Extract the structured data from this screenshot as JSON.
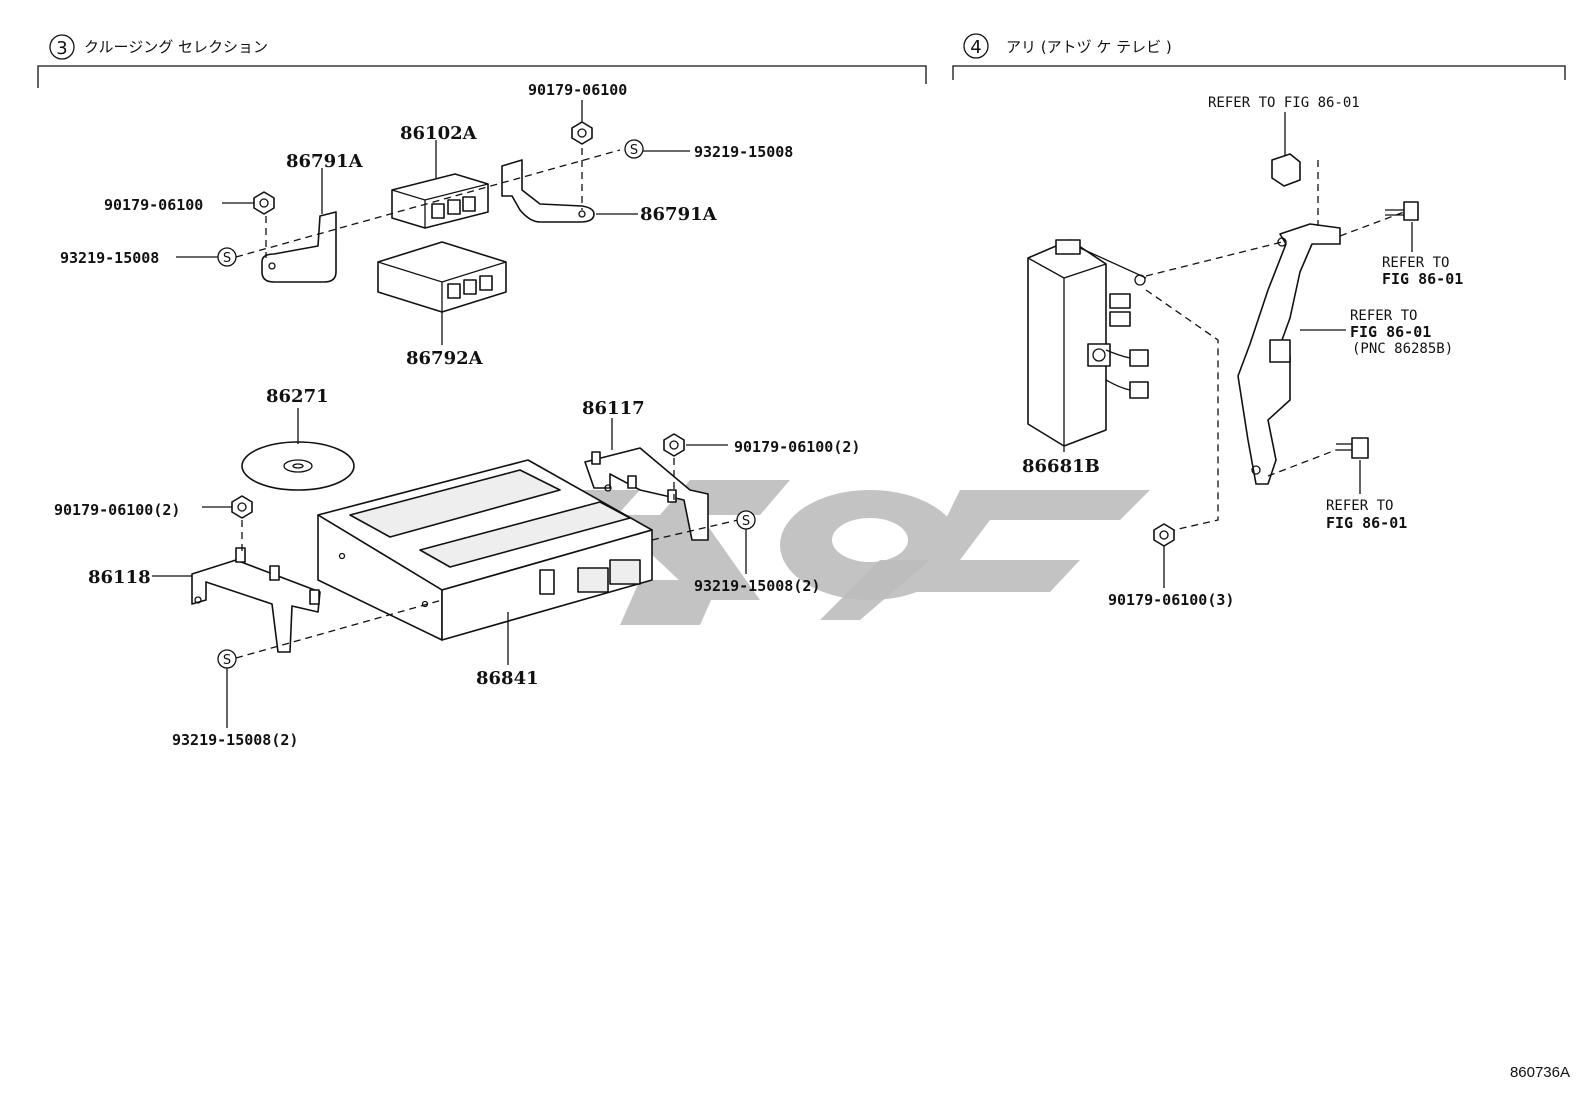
{
  "sections": [
    {
      "number": "3",
      "title": "クルージング セレクション"
    },
    {
      "number": "4",
      "title": "アリ (アトヅ ケ テレビ )"
    }
  ],
  "labels": {
    "c1": "90179-06100",
    "c2": "86102A",
    "c3": "93219-15008",
    "c4": "86791A",
    "c5": "90179-06100",
    "c6": "86791A",
    "c7": "93219-15008",
    "c8": "86792A",
    "c9": "86271",
    "c10": "86117",
    "c11": "90179-06100(2)",
    "c12": "90179-06100(2)",
    "c13": "86118",
    "c14": "93219-15008(2)",
    "c15": "86841",
    "c16": "93219-15008(2)",
    "r1": "REFER TO FIG 86-01",
    "r2a": "REFER TO",
    "r2b": "FIG 86-01",
    "r3a": "REFER TO",
    "r3b": "FIG 86-01",
    "r3c": "(PNC 86285B)",
    "r4": "86681B",
    "r5a": "REFER TO",
    "r5b": "FIG 86-01",
    "r6": "90179-06100(3)"
  },
  "s_marker": "S",
  "figure_code": "860736A"
}
